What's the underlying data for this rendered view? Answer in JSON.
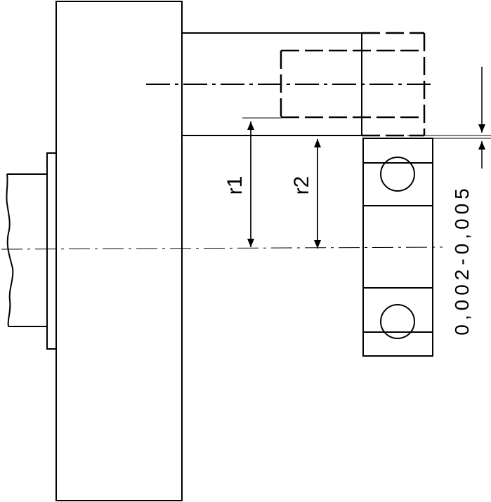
{
  "labels": {
    "r1": "r1",
    "r2": "r2",
    "tolerance": "0,002-0,005"
  },
  "colors": {
    "line": "#000000",
    "background": "#ffffff"
  }
}
